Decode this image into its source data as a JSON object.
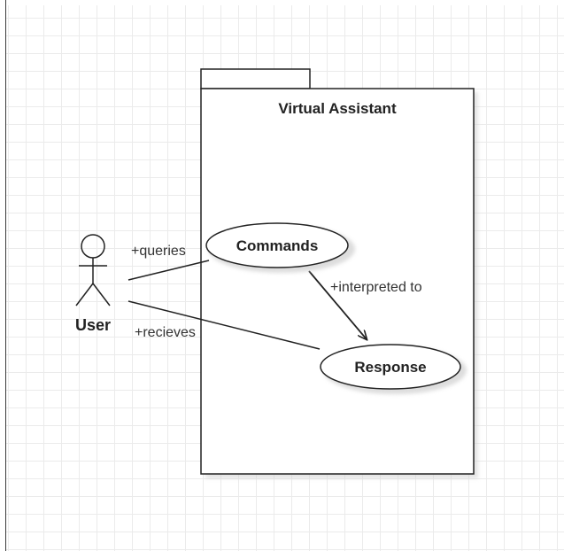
{
  "diagram": {
    "package": {
      "title": "Virtual Assistant"
    },
    "actor": {
      "label": "User"
    },
    "use_cases": {
      "commands": "Commands",
      "response": "Response"
    },
    "associations": {
      "queries": "+queries",
      "recieves": "+recieves",
      "interpreted_to": "+interpreted to"
    }
  },
  "colors": {
    "line": "#222222",
    "grid": "#ebebeb",
    "shadow": "#d6d6d6"
  }
}
